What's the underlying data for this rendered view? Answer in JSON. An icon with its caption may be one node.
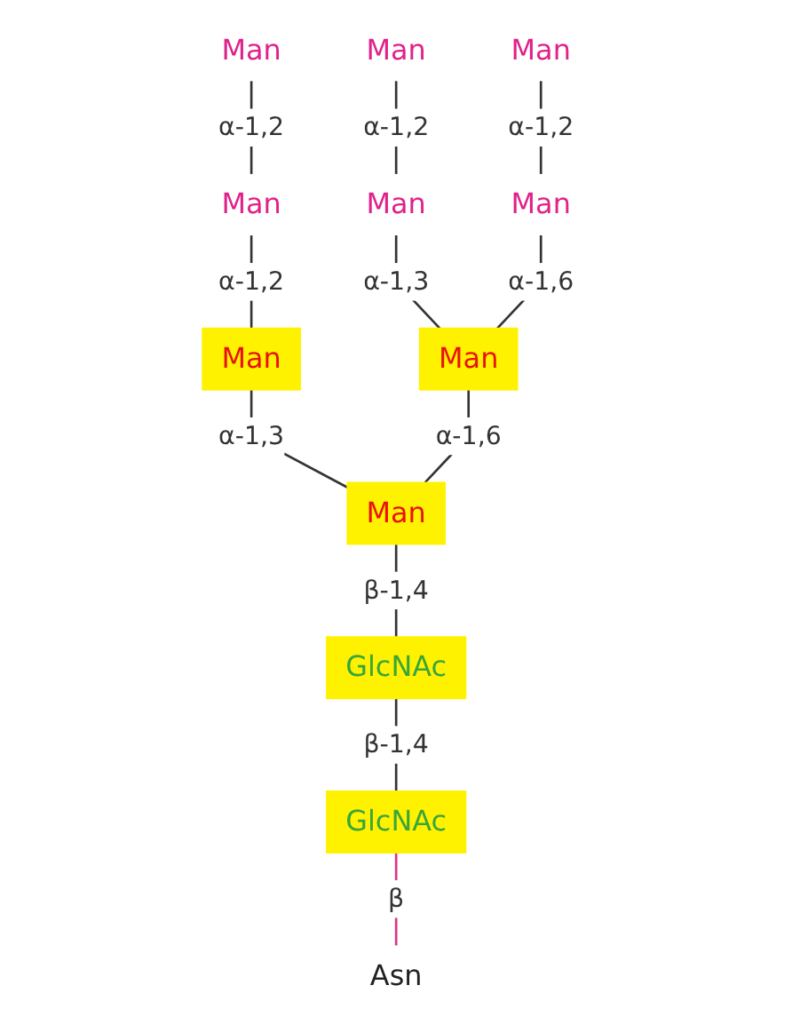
{
  "diagram": {
    "nodes": [
      {
        "text": [
          "Man"
        ]
      },
      {
        "text": [
          "Man"
        ]
      },
      {
        "text": [
          "Man"
        ]
      },
      {
        "text": [
          "Man"
        ]
      },
      {
        "text": [
          "Man"
        ]
      },
      {
        "text": [
          "Man"
        ]
      },
      {
        "text": [
          "Man"
        ]
      },
      {
        "text": [
          "Man"
        ]
      },
      {
        "text": [
          "Man"
        ]
      },
      {
        "text": [
          "GlcNAc"
        ]
      },
      {
        "text": [
          "GlcNAc"
        ]
      },
      {
        "text": [
          "Asn"
        ]
      }
    ],
    "edges": [
      {
        "from": 0,
        "to": 3,
        "arrow": "none",
        "label": "α-1,2"
      },
      {
        "from": 1,
        "to": 4,
        "arrow": "none",
        "label": "α-1,2"
      },
      {
        "from": 2,
        "to": 5,
        "arrow": "none",
        "label": "α-1,2"
      },
      {
        "from": 3,
        "to": 6,
        "arrow": "none",
        "label": "α-1,2"
      },
      {
        "from": 4,
        "to": 7,
        "arrow": "none",
        "label": "α-1,3"
      },
      {
        "from": 5,
        "to": 7,
        "arrow": "none",
        "label": "α-1,6"
      },
      {
        "from": 6,
        "to": 8,
        "arrow": "none",
        "label": "α-1,3"
      },
      {
        "from": 7,
        "to": 8,
        "arrow": "none",
        "label": "α-1,6"
      },
      {
        "from": 8,
        "to": 9,
        "arrow": "none",
        "label": "β-1,4"
      },
      {
        "from": 9,
        "to": 10,
        "arrow": "none",
        "label": "β-1,4"
      },
      {
        "from": 10,
        "to": 11,
        "arrow": "none",
        "label": "β",
        "color": "#e0338c"
      }
    ]
  }
}
